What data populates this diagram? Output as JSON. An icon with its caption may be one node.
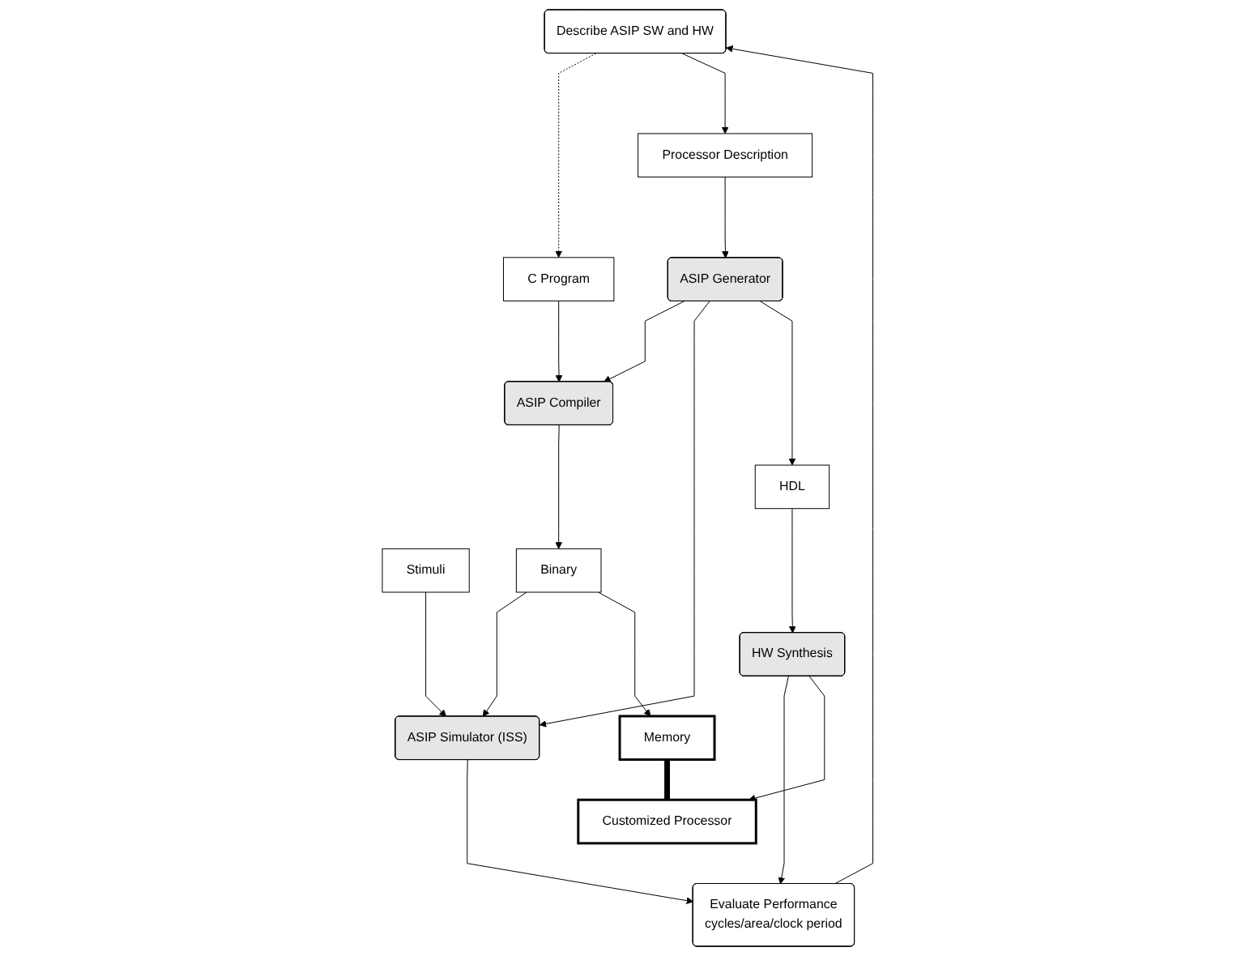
{
  "diagram": {
    "nodes": [
      {
        "text": [
          "Describe ASIP SW and HW"
        ]
      },
      {
        "text": [
          "Stimuli"
        ]
      },
      {
        "text": [
          "C Program"
        ]
      },
      {
        "text": [
          "Processor Description"
        ]
      },
      {
        "text": [
          "ASIP Compiler"
        ]
      },
      {
        "text": [
          "ASIP Generator"
        ]
      },
      {
        "text": [
          "Binary"
        ]
      },
      {
        "text": [
          "HDL"
        ]
      },
      {
        "text": [
          "ASIP Simulator (ISS)"
        ]
      },
      {
        "text": [
          "HW Synthesis"
        ]
      },
      {
        "text": [
          "Evaluate Performance",
          "cycles/area/clock period"
        ]
      },
      {
        "text": [
          "Memory"
        ]
      },
      {
        "text": [
          "Customized Processor"
        ]
      }
    ],
    "edges": [
      {
        "from": 0,
        "to": 2,
        "arrow": "to",
        "style": "dashed"
      },
      {
        "from": 0,
        "to": 3,
        "arrow": "to"
      },
      {
        "from": 1,
        "to": 8,
        "arrow": "to"
      },
      {
        "from": 2,
        "to": 4,
        "arrow": "to"
      },
      {
        "from": 3,
        "to": 5,
        "arrow": "to"
      },
      {
        "from": 5,
        "to": 4,
        "arrow": "to"
      },
      {
        "from": 4,
        "to": 6,
        "arrow": "to"
      },
      {
        "from": 5,
        "to": 8,
        "arrow": "to"
      },
      {
        "from": 5,
        "to": 7,
        "arrow": "to"
      },
      {
        "from": 6,
        "to": 8,
        "arrow": "to"
      },
      {
        "from": 6,
        "to": 11,
        "arrow": "to"
      },
      {
        "from": 7,
        "to": 9,
        "arrow": "to"
      },
      {
        "from": 8,
        "to": 10,
        "arrow": "to"
      },
      {
        "from": 9,
        "to": 10,
        "arrow": "to"
      },
      {
        "from": 9,
        "to": 12,
        "arrow": "to"
      },
      {
        "from": 11,
        "to": 12,
        "arrow": "none",
        "style": "thick"
      },
      {
        "from": 10,
        "to": 0,
        "arrow": "to"
      }
    ]
  }
}
